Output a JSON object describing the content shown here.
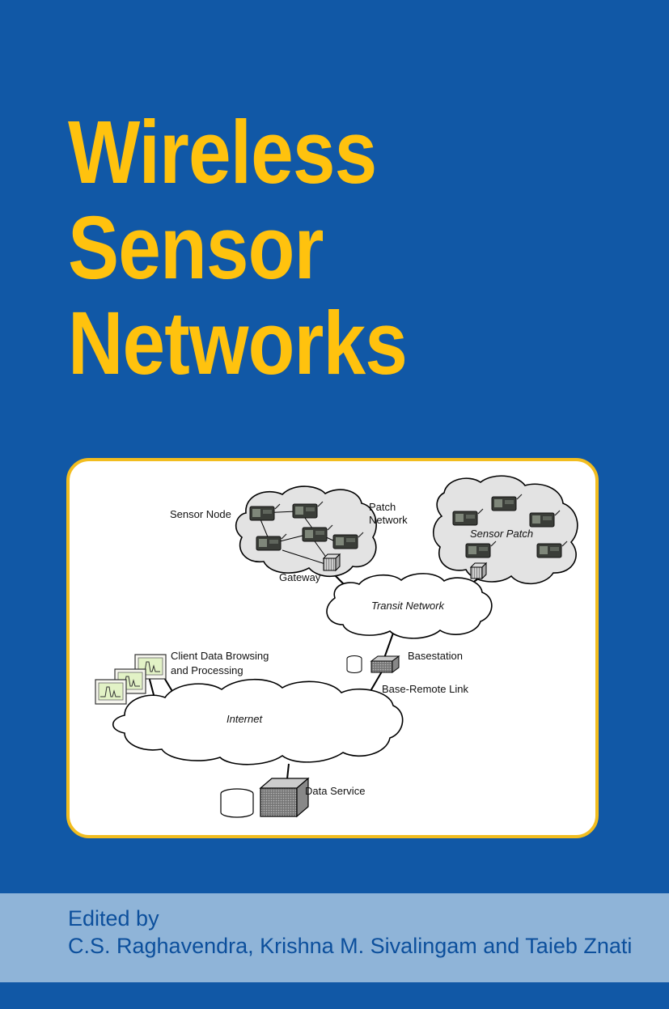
{
  "title_lines": [
    "Wireless",
    "Sensor",
    "Networks"
  ],
  "diagram": {
    "sensor_node": "Sensor Node",
    "patch_network_line1": "Patch",
    "patch_network_line2": "Network",
    "sensor_patch": "Sensor Patch",
    "gateway": "Gateway",
    "transit_network": "Transit Network",
    "client_line1": "Client Data Browsing",
    "client_line2": "and Processing",
    "basestation": "Basestation",
    "base_remote_link": "Base-Remote Link",
    "internet": "Internet",
    "data_service": "Data Service"
  },
  "credits": {
    "edited_by": "Edited by",
    "editors": "C.S. Raghavendra, Krishna M. Sivalingam and Taieb Znati"
  },
  "colors": {
    "background": "#1158a6",
    "title": "#ffc20e",
    "frame_border": "#f2bd1f",
    "credits_band": "#8fb4d8",
    "credits_text": "#0c4f9c"
  }
}
